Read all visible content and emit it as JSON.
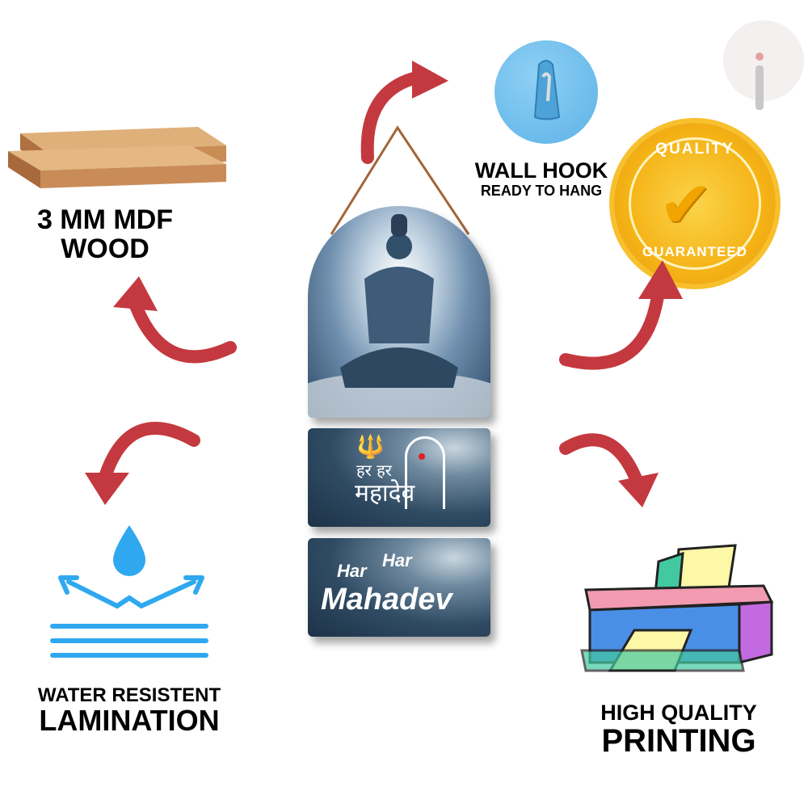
{
  "features": {
    "wood": {
      "line1": "3 MM MDF",
      "line2": "WOOD"
    },
    "hook": {
      "title": "WALL HOOK",
      "subtitle": "READY TO HANG"
    },
    "quality_seal": {
      "top": "QUALITY",
      "bottom": "GUARANTEED"
    },
    "lamination": {
      "line1": "WATER RESISTENT",
      "line2": "LAMINATION"
    },
    "printing": {
      "line1": "HIGH QUALITY",
      "line2": "PRINTING"
    }
  },
  "product": {
    "panel2_text_top": "हर हर",
    "panel2_text_bottom": "महादेव",
    "panel3_har1": "Har",
    "panel3_har2": "Har",
    "panel3_main": "Mahadev"
  },
  "colors": {
    "arrow": "#c4393f",
    "water": "#2fa8f0",
    "seal": "#f5b316"
  }
}
